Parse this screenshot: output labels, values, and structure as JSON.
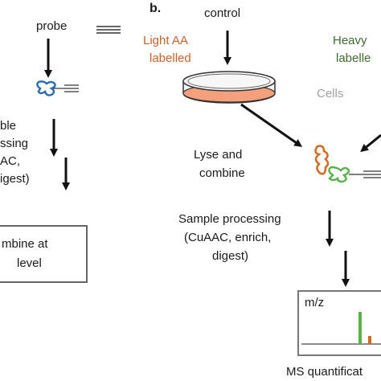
{
  "panel_a": {
    "probe_label": "probe",
    "step_lines": [
      "ble",
      "ssing",
      "AC,",
      "igest)"
    ],
    "combine_lines": [
      "mbine at",
      "level"
    ]
  },
  "panel_b": {
    "panel_letter": "b.",
    "control_label": "control",
    "light_lines": [
      "Light AA",
      "labelled"
    ],
    "heavy_lines": [
      "Heavy",
      "labelle"
    ],
    "cells_label": "Cells",
    "lyse_lines": [
      "Lyse and",
      "combine"
    ],
    "processing_lines": [
      "Sample processing",
      "(CuAAC, enrich,",
      "digest)"
    ],
    "ms_axis_label": "m/z",
    "ms_caption": "MS quantificat"
  },
  "colors": {
    "light": "#c8602a",
    "heavy": "#3f6b2f",
    "cells": "#a0a0a0",
    "probe_blue": "#2f6fb0",
    "green_peak": "#5ab24a",
    "orange_peak": "#d2691e"
  }
}
